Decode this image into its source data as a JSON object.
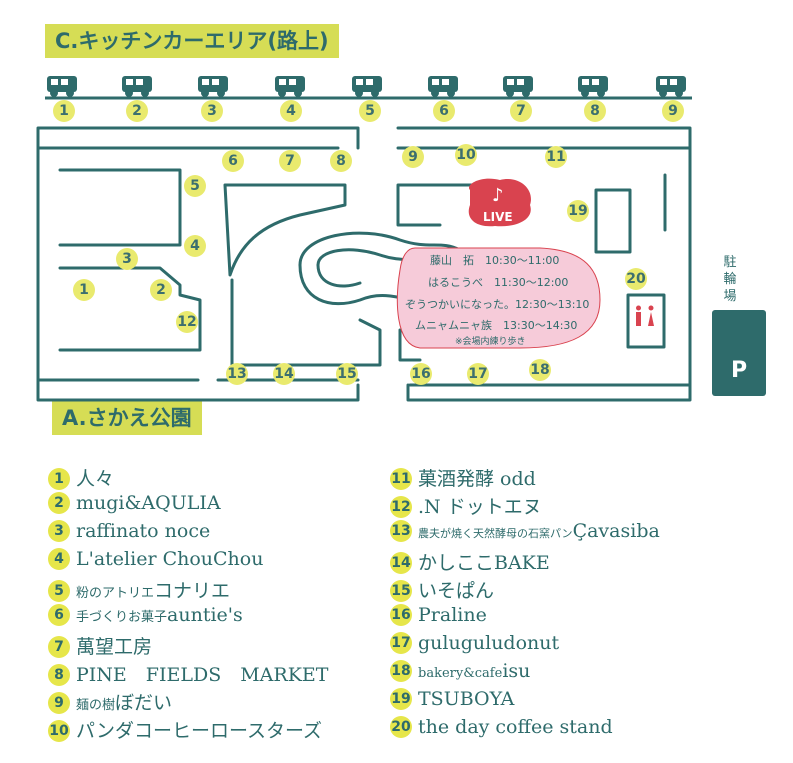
{
  "header_c": "C.キッチンカーエリア(路上)",
  "header_a": "A.さかえ公園",
  "trucks": [
    "1",
    "2",
    "3",
    "4",
    "5",
    "6",
    "7",
    "8",
    "9"
  ],
  "park_markers": [
    {
      "label": "1"
    },
    {
      "label": "2"
    },
    {
      "label": "3"
    },
    {
      "label": "4"
    },
    {
      "label": "5"
    },
    {
      "label": "6"
    },
    {
      "label": "7"
    },
    {
      "label": "8"
    },
    {
      "label": "9"
    },
    {
      "label": "10"
    },
    {
      "label": "11"
    },
    {
      "label": "12"
    },
    {
      "label": "13"
    },
    {
      "label": "14"
    },
    {
      "label": "15"
    },
    {
      "label": "16"
    },
    {
      "label": "17"
    },
    {
      "label": "18"
    },
    {
      "label": "19"
    },
    {
      "label": "20"
    }
  ],
  "live": {
    "tag": "LIVE",
    "rows": [
      "藤山　拓　10:30～11:00",
      "はるこうべ　11:30～12:00",
      "ぞうつかいになった。12:30～13:10",
      "ムニャムニャ族　13:30～14:30"
    ],
    "note": "※会場内練り歩き"
  },
  "parking": {
    "label": "駐輪場",
    "sign": "P"
  },
  "shops_left": [
    {
      "num": "1",
      "pre": "",
      "name": "人々"
    },
    {
      "num": "2",
      "pre": "",
      "name": "mugi&AQULIA"
    },
    {
      "num": "3",
      "pre": "",
      "name": "raffinato noce"
    },
    {
      "num": "4",
      "pre": "",
      "name": "L'atelier ChouChou"
    },
    {
      "num": "5",
      "pre": "粉のアトリエ",
      "name": "コナリエ"
    },
    {
      "num": "6",
      "pre": "手づくりお菓子",
      "name": "auntie's"
    },
    {
      "num": "7",
      "pre": "",
      "name": "萬望工房"
    },
    {
      "num": "8",
      "pre": "",
      "name": "PINE　FIELDS　MARKET"
    },
    {
      "num": "9",
      "pre": "麺の樹",
      "name": "ぼだい"
    },
    {
      "num": "10",
      "pre": "",
      "name": "パンダコーヒーロースターズ"
    }
  ],
  "shops_right": [
    {
      "num": "11",
      "pre": "",
      "name": "菓酒発酵 odd"
    },
    {
      "num": "12",
      "pre": "",
      "name": ".N ドットエヌ"
    },
    {
      "num": "13",
      "pre": "農夫が焼く天然酵母の石窯パン",
      "name": "Çavasiba"
    },
    {
      "num": "14",
      "pre": "",
      "name": "かしここBAKE"
    },
    {
      "num": "15",
      "pre": "",
      "name": "いそぱん"
    },
    {
      "num": "16",
      "pre": "",
      "name": "Praline"
    },
    {
      "num": "17",
      "pre": "",
      "name": "guluguludonut"
    },
    {
      "num": "18",
      "pre": "bakery&cafe",
      "name": "isu"
    },
    {
      "num": "19",
      "pre": "",
      "name": "TSUBOYA"
    },
    {
      "num": "20",
      "pre": "",
      "name": "the day coffee stand"
    }
  ],
  "colors": {
    "teal": "#2e6b6b",
    "yellow": "#e6e64a",
    "pink": "#f6cbd9",
    "red": "#d9434f"
  }
}
